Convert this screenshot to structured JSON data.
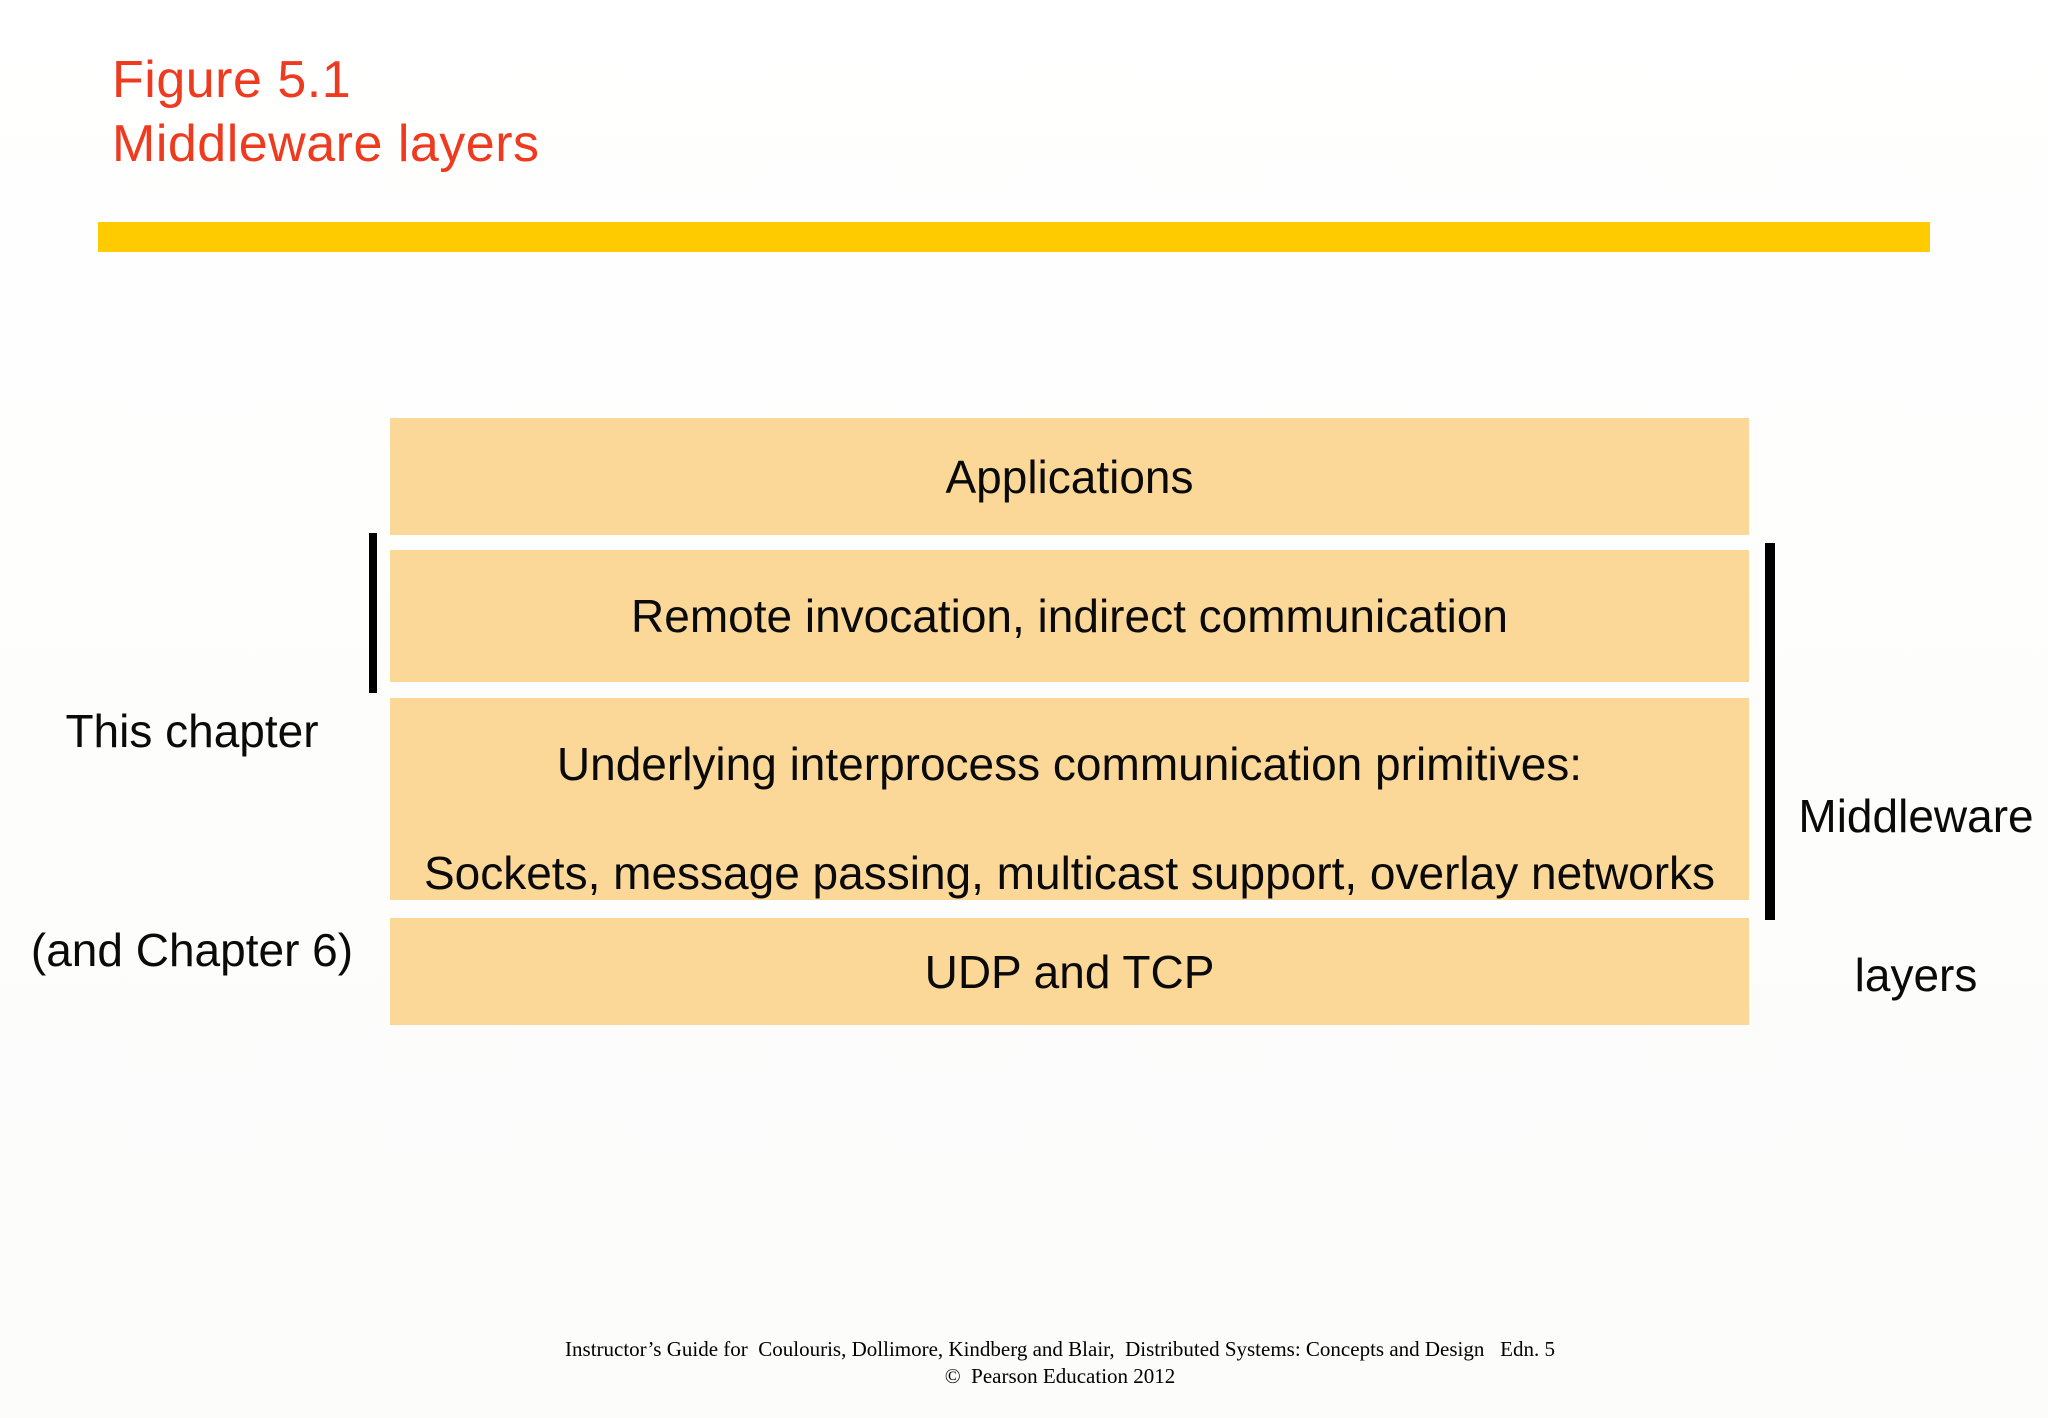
{
  "title": {
    "line1": "Figure 5.1",
    "line2": "Middleware layers"
  },
  "diagram": {
    "layers": [
      {
        "label": "Applications"
      },
      {
        "label": "Remote invocation, indirect communication"
      },
      {
        "label_line1": "Underlying interprocess communication primitives:",
        "label_line2": "Sockets, message passing, multicast support, overlay networks"
      },
      {
        "label": "UDP and TCP"
      }
    ],
    "left_annotation": {
      "line1": "This chapter",
      "line2": "(and Chapter 6)"
    },
    "right_annotation": {
      "line1": "Middleware",
      "line2": "layers"
    }
  },
  "footer": {
    "line1": "Instructor’s Guide for  Coulouris, Dollimore, Kindberg and Blair,  Distributed Systems: Concepts and Design   Edn. 5",
    "line2": "©  Pearson Education 2012"
  },
  "colors": {
    "title_red": "#ee3b20",
    "accent_bar_yellow": "#fecb00",
    "layer_box_fill": "#fbd897",
    "bracket_black": "#000000"
  }
}
